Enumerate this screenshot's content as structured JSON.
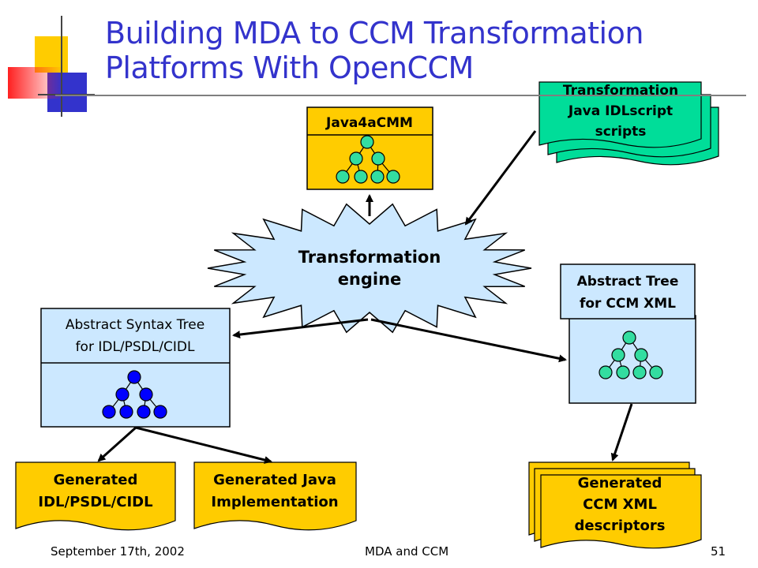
{
  "slide": {
    "title_line1": "Building MDA to CCM Transformation",
    "title_line2": "Platforms With OpenCCM"
  },
  "boxes": {
    "java4acmm": "Java4aCMM",
    "scripts": [
      "Transformation",
      "Java IDLscript",
      "scripts"
    ],
    "engine": [
      "Transformation",
      "engine"
    ],
    "ast": [
      "Abstract Syntax Tree",
      "for IDL/PSDL/CIDL"
    ],
    "ccm_tree": [
      "Abstract Tree",
      "for CCM XML"
    ],
    "gen_idl": [
      "Generated",
      "IDL/PSDL/CIDL"
    ],
    "gen_java": [
      "Generated Java",
      "Implementation"
    ],
    "gen_xml": [
      "Generated",
      "CCM XML",
      "descriptors"
    ]
  },
  "footer": {
    "date": "September 17th, 2002",
    "topic": "MDA and CCM",
    "page": "51"
  },
  "colors": {
    "title": "#3333cc",
    "yellow": "#ffcc00",
    "lightblue": "#cce8ff",
    "green": "#00dd99",
    "node_green": "#33dda0",
    "node_blue": "#0000ff"
  }
}
